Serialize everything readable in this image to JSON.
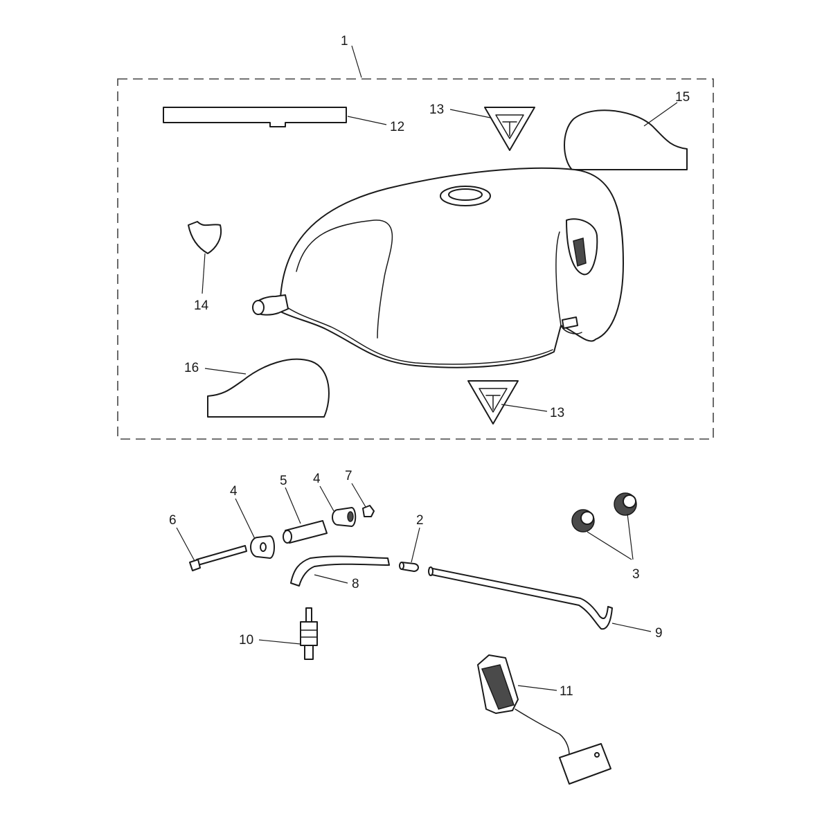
{
  "diagram": {
    "callouts": {
      "c1": "1",
      "c2": "2",
      "c3": "3",
      "c4a": "4",
      "c4b": "4",
      "c5": "5",
      "c6": "6",
      "c7": "7",
      "c8": "8",
      "c9": "9",
      "c10": "10",
      "c11": "11",
      "c12": "12",
      "c13a": "13",
      "c13b": "13",
      "c14": "14",
      "c15": "15",
      "c16": "16"
    },
    "colors": {
      "line": "#1a1a1a",
      "fill": "#ffffff",
      "dark_part": "#4a4a4a"
    }
  }
}
